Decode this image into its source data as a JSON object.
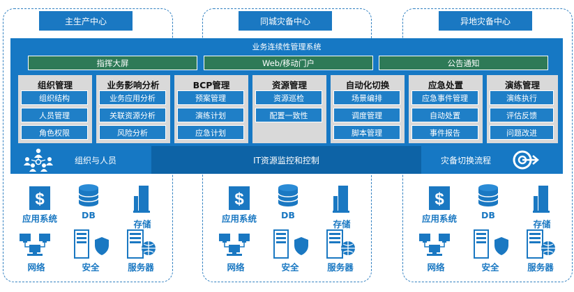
{
  "centers": [
    "主生产中心",
    "同城灾备中心",
    "异地灾备中心"
  ],
  "system": {
    "title": "业务连续性管理系统",
    "bars": [
      "指挥大屏",
      "Web/移动门户",
      "公告通知"
    ],
    "modules": [
      {
        "title": "组织管理",
        "items": [
          "组织结构",
          "人员管理",
          "角色权限"
        ]
      },
      {
        "title": "业务影响分析",
        "items": [
          "业务应用分析",
          "关联资源分析",
          "风险分析"
        ]
      },
      {
        "title": "BCP管理",
        "items": [
          "预案管理",
          "演练计划",
          "应急计划"
        ]
      },
      {
        "title": "资源管理",
        "items": [
          "资源巡检",
          "配置一致性"
        ]
      },
      {
        "title": "自动化切换",
        "items": [
          "场景编排",
          "调度管理",
          "脚本管理"
        ]
      },
      {
        "title": "应急处置",
        "items": [
          "应急事件管理",
          "自动处置",
          "事件报告"
        ]
      },
      {
        "title": "演练管理",
        "items": [
          "演练执行",
          "评估反馈",
          "问题改进"
        ]
      }
    ],
    "bottom": {
      "org": "组织与人员",
      "it": "IT资源监控和控制",
      "switch": "灾备切换流程"
    }
  },
  "resources": {
    "app": "应用系统",
    "db": "DB",
    "storage": "存储",
    "network": "网络",
    "security": "安全",
    "server": "服务器"
  },
  "icons": [
    "dollar-icon",
    "database-icon",
    "storage-icon",
    "network-icon",
    "server-icon",
    "shield-icon",
    "globe-icon",
    "org-people-icon",
    "target-arrow-icon"
  ],
  "colors": {
    "primary": "#1678c4",
    "dark": "#0d63a6",
    "green": "#2e7a57",
    "module_bg": "#d9d9d9"
  }
}
